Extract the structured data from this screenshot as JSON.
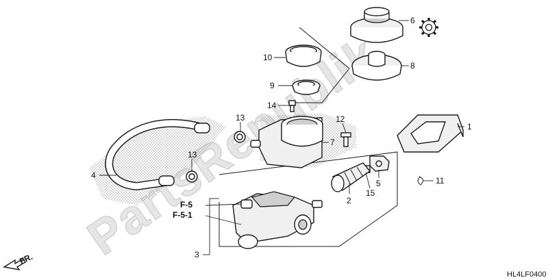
{
  "watermark": "PartsRepublik",
  "diagram_code": "HL4LF0400",
  "direction": {
    "label": "FR."
  },
  "references": [
    "F-5",
    "F-5-1"
  ],
  "callouts": [
    {
      "id": "c1",
      "label": "1"
    },
    {
      "id": "c2",
      "label": "2"
    },
    {
      "id": "c3",
      "label": "3"
    },
    {
      "id": "c4",
      "label": "4"
    },
    {
      "id": "c5",
      "label": "5"
    },
    {
      "id": "c6",
      "label": "6"
    },
    {
      "id": "c7",
      "label": "7"
    },
    {
      "id": "c8",
      "label": "8"
    },
    {
      "id": "c9",
      "label": "9"
    },
    {
      "id": "c10",
      "label": "10"
    },
    {
      "id": "c11",
      "label": "11"
    },
    {
      "id": "c12",
      "label": "12"
    },
    {
      "id": "c13a",
      "label": "13"
    },
    {
      "id": "c13b",
      "label": "13"
    },
    {
      "id": "c14",
      "label": "14"
    },
    {
      "id": "c15",
      "label": "15"
    }
  ],
  "icons": {
    "gear": "gear-icon",
    "arrow": "front-arrow-icon"
  }
}
